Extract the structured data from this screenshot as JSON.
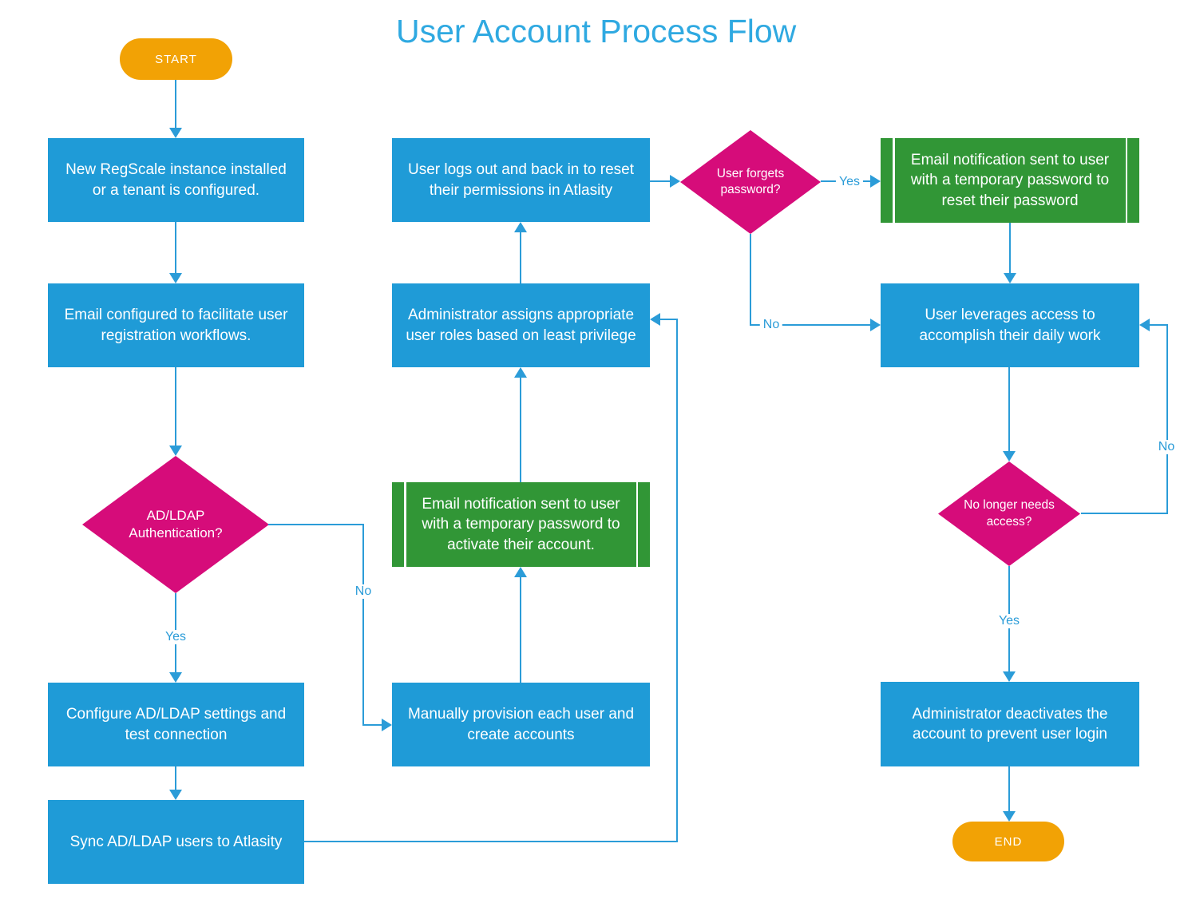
{
  "title": "User Account Process Flow",
  "colors": {
    "process": "#1F9BD7",
    "decision": "#D60C7A",
    "subprocess": "#319636",
    "terminator": "#F2A205",
    "line": "#2B9CD8",
    "title": "#2FA9E1",
    "node_text": "#FFFFFF"
  },
  "nodes": {
    "start": "START",
    "new_instance": "New RegScale instance installed or a tenant is configured.",
    "email_config": "Email configured to facilitate user registration workflows.",
    "adldap_auth": "AD/LDAP Authentication?",
    "configure_adldap": "Configure AD/LDAP settings and test connection",
    "sync_users": "Sync AD/LDAP users to Atlasity",
    "user_logs_out": "User logs out and back in to reset their permissions in Atlasity",
    "admin_assigns": "Administrator assigns appropriate user roles based on least privilege",
    "email_activate": "Email notification sent to user with a temporary password to activate their account.",
    "manual_provision": "Manually provision each user and create accounts",
    "user_forgets": "User forgets password?",
    "email_reset": "Email notification sent to user with a temporary password to reset their password",
    "user_leverages": "User leverages access to accomplish their daily work",
    "no_longer_needs": "No longer needs access?",
    "admin_deactivates": "Administrator deactivates the account to prevent user login",
    "end": "END"
  },
  "edge_labels": {
    "adldap_yes": "Yes",
    "adldap_no": "No",
    "forgets_yes": "Yes",
    "forgets_no": "No",
    "no_longer_yes": "Yes",
    "no_longer_no": "No"
  }
}
